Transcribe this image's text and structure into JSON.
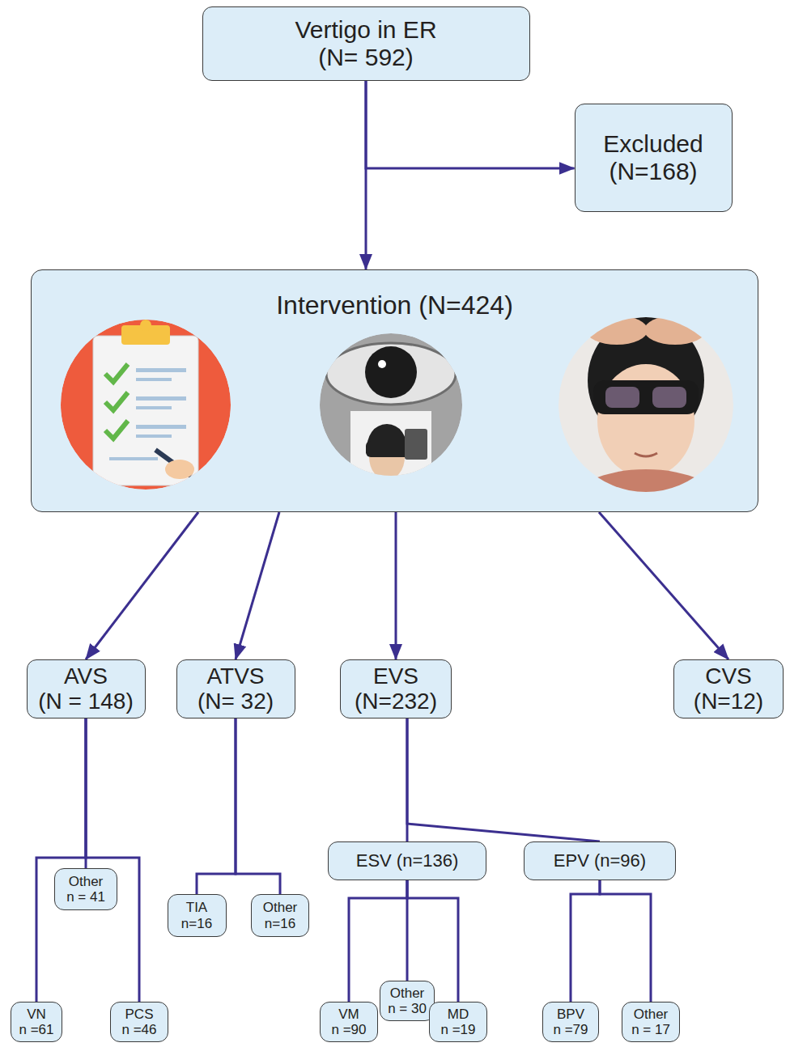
{
  "diagram": {
    "nodes": [
      {
        "text": [
          "Vertigo in ER",
          "(N= 592)"
        ]
      },
      {
        "text": [
          "Excluded",
          "(N=168)"
        ]
      },
      {
        "text": [
          "Intervention (N=424)"
        ]
      },
      {
        "text": [
          "AVS",
          "(N = 148)"
        ]
      },
      {
        "text": [
          "ATVS",
          "(N= 32)"
        ]
      },
      {
        "text": [
          "EVS",
          "(N=232)"
        ]
      },
      {
        "text": [
          "CVS",
          "(N=12)"
        ]
      },
      {
        "text": [
          "ESV (n=136)"
        ]
      },
      {
        "text": [
          "EPV (n=96)"
        ]
      },
      {
        "text": [
          "Other",
          "n = 41"
        ]
      },
      {
        "text": [
          "TIA",
          "n=16"
        ]
      },
      {
        "text": [
          "Other",
          "n=16"
        ]
      },
      {
        "text": [
          "Other",
          "n = 30"
        ]
      },
      {
        "text": [
          "VN",
          "n =61"
        ]
      },
      {
        "text": [
          "PCS",
          "n =46"
        ]
      },
      {
        "text": [
          "VM",
          "n =90"
        ]
      },
      {
        "text": [
          "MD",
          "n =19"
        ]
      },
      {
        "text": [
          "BPV",
          "n =79"
        ]
      },
      {
        "text": [
          "Other",
          "n = 17"
        ]
      }
    ],
    "edges": [
      {
        "from": 0,
        "to": 2,
        "arrow": "to"
      },
      {
        "from": 0,
        "to": 1,
        "arrow": "to"
      },
      {
        "from": 2,
        "to": 3,
        "arrow": "to"
      },
      {
        "from": 2,
        "to": 4,
        "arrow": "to"
      },
      {
        "from": 2,
        "to": 5,
        "arrow": "to"
      },
      {
        "from": 2,
        "to": 6,
        "arrow": "to"
      },
      {
        "from": 5,
        "to": 7,
        "arrow": "none"
      },
      {
        "from": 5,
        "to": 8,
        "arrow": "none"
      },
      {
        "from": 3,
        "to": 9,
        "arrow": "none"
      },
      {
        "from": 3,
        "to": 13,
        "arrow": "none"
      },
      {
        "from": 3,
        "to": 14,
        "arrow": "none"
      },
      {
        "from": 4,
        "to": 10,
        "arrow": "none"
      },
      {
        "from": 4,
        "to": 11,
        "arrow": "none"
      },
      {
        "from": 7,
        "to": 12,
        "arrow": "none"
      },
      {
        "from": 7,
        "to": 15,
        "arrow": "none"
      },
      {
        "from": 7,
        "to": 16,
        "arrow": "none"
      },
      {
        "from": 8,
        "to": 17,
        "arrow": "none"
      },
      {
        "from": 8,
        "to": 18,
        "arrow": "none"
      }
    ]
  }
}
